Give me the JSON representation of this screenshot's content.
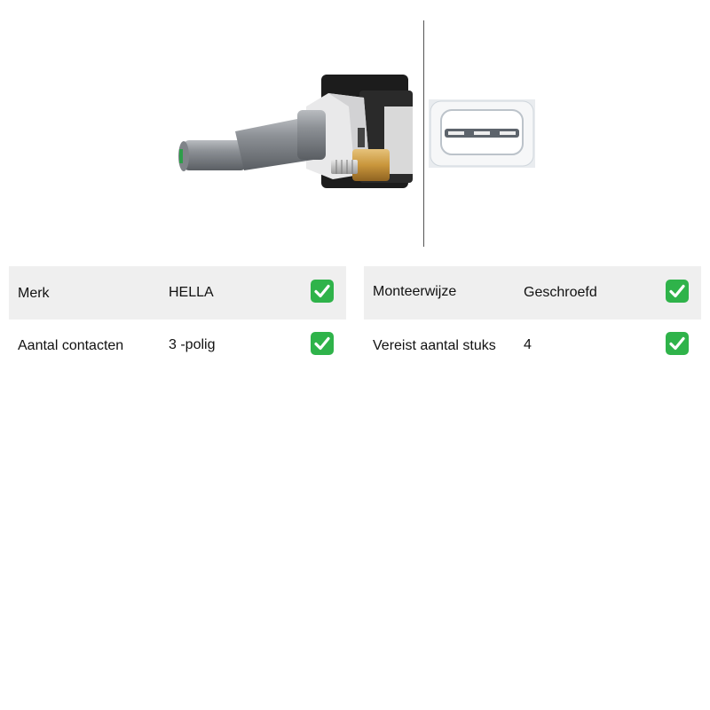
{
  "product": {
    "main_image_icon": "ignition-coil-image",
    "connector_image_icon": "connector-pins-image"
  },
  "colors": {
    "row_shade": "#efefef",
    "check_green": "#2fb34a",
    "divider": "#555555"
  },
  "specs": {
    "rows": [
      {
        "left": {
          "label": "Merk",
          "value": "HELLA",
          "icon": "check-icon"
        },
        "right": {
          "label": "Monteerwijze",
          "value": "Geschroefd",
          "icon": "check-icon"
        }
      },
      {
        "left": {
          "label": "Aantal contacten",
          "value": "3 -polig",
          "icon": "check-icon"
        },
        "right": {
          "label": "Vereist aantal stuks",
          "value": "4",
          "icon": "check-icon"
        }
      }
    ]
  }
}
